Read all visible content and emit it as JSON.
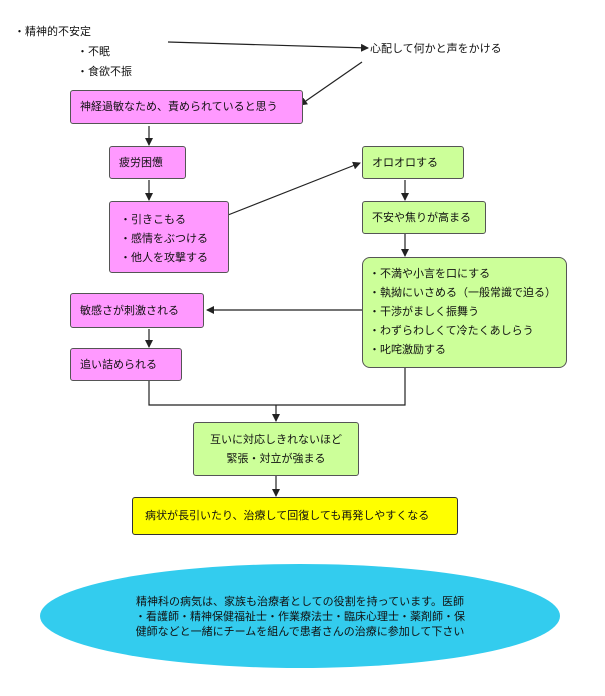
{
  "top": {
    "main": "・精神的不安定",
    "sub1": "・不眠",
    "sub2": "・食欲不振",
    "call_out": "心配して何かと声をかける"
  },
  "boxes": {
    "nervous": "神経過敏なため、責められていると思う",
    "fatigue": "疲労困憊",
    "withdraw": [
      "・引きこもる",
      "・感情をぶつける",
      "・他人を攻撃する"
    ],
    "flustered": "オロオロする",
    "anxiety": "不安や焦りが高まる",
    "behaviors": [
      "・不満や小言を口にする",
      "・執拗にいさめる（一般常識で迫る）",
      "・干渉がましく振舞う",
      "・わずらわしくて冷たくあしらう",
      "・叱咤激励する"
    ],
    "sensitivity": "敏感さが刺激される",
    "cornered": "追い詰められる",
    "mutual": [
      "互いに対応しきれないほど",
      "緊張・対立が強まる"
    ],
    "prolonged": "病状が長引いたり、治療して回復しても再発しやすくなる"
  },
  "note": [
    "精神科の病気は、家族も治療者としての役割を持っています。医師",
    "・看護師・精神保健福祉士・作業療法士・臨床心理士・薬剤師・保",
    "健師などと一緒にチームを組んで患者さんの治療に参加して下さい"
  ]
}
